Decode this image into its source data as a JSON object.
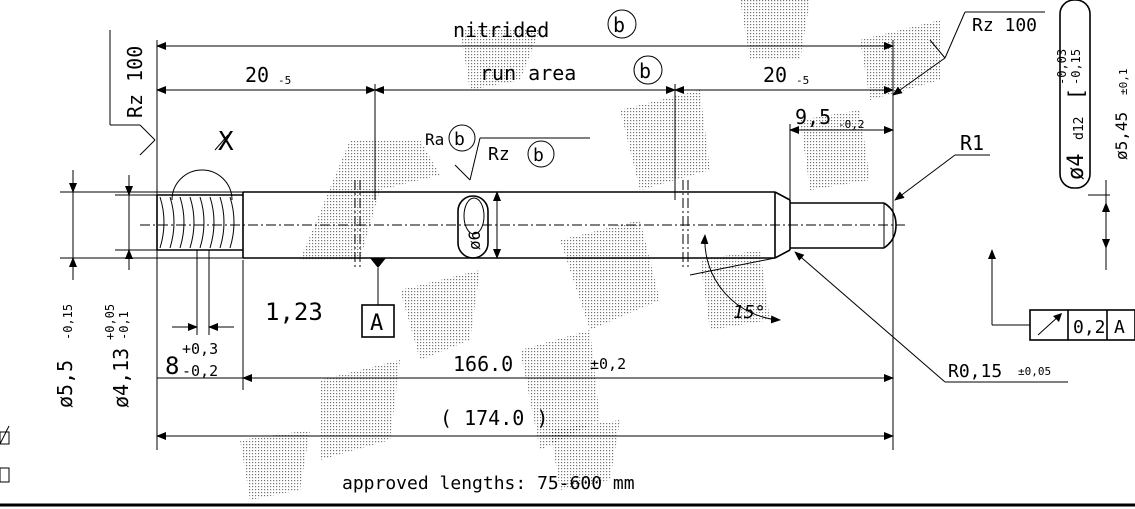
{
  "drawing": {
    "title_left": "nitrided",
    "circle_b": "b",
    "run_area": "run area",
    "dim_20_left": "20",
    "dim_20_right": "20",
    "tol_minus5": "-5",
    "dim_9_5": "9,5",
    "tol_9_5": "-0,2",
    "rz_100_left": "Rz 100",
    "rz_100_right": "Rz 100",
    "ra_label": "Ra",
    "rz_label": "Rz",
    "x_label": "X",
    "r1_label": "R1",
    "r0_15_label": "R0,15",
    "r0_15_tol": "±0,05",
    "angle_15": "15°",
    "dim_1_23": "1,23",
    "datum_a": "A",
    "dim_8": "8",
    "dim_8_tol_upper": "+0,3",
    "dim_8_tol_lower": "-0,2",
    "dim_166": "166.0",
    "dim_166_tol": "±0,2",
    "dim_174": "( 174.0 )",
    "approved_lengths": "approved lengths: 75-600 mm",
    "dia_5_5": "ø5,5",
    "dia_5_5_tol": "-0,15",
    "dia_4_13": "ø4,13",
    "dia_4_13_tol_upper": "+0,05",
    "dia_4_13_tol_lower": "-0,1",
    "dia_6": "ø6",
    "dia_4_d12": "ø4",
    "dia_4_d12_sub": "d12",
    "dia_4_tol_upper": "-0,03",
    "dia_4_tol_lower": "-0,15",
    "dia_5_45": "ø5,45",
    "dia_5_45_tol": "±0,1",
    "runout_value": "0,2",
    "runout_datum": "A"
  }
}
